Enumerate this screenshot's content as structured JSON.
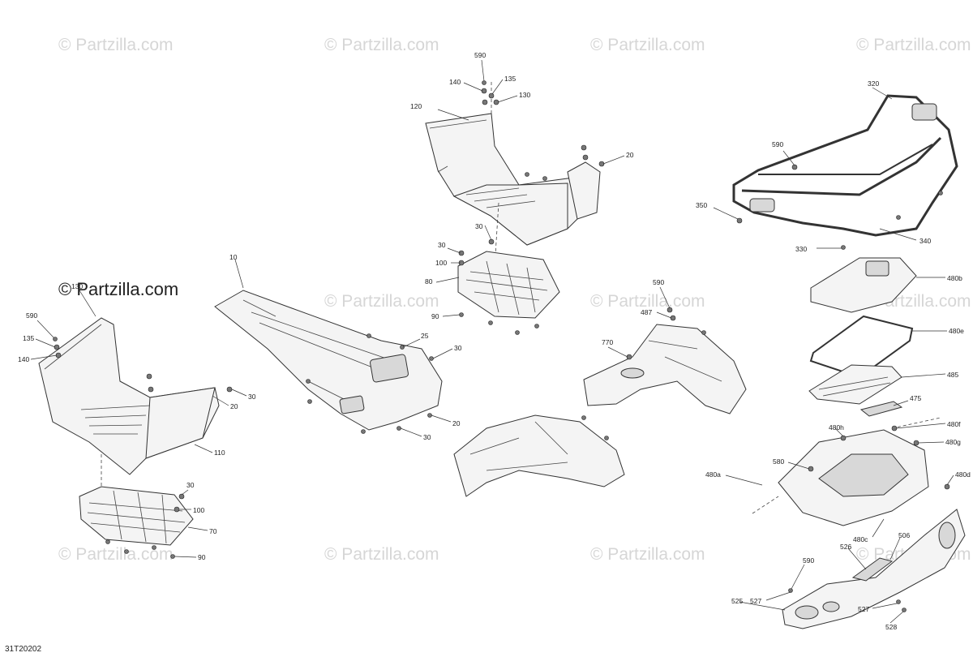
{
  "watermark": {
    "text": "© Partzilla.com",
    "featured_text": "© Partzilla.com"
  },
  "diagram_code": "31T20202",
  "callouts": [
    {
      "id": "c590a",
      "label": "590"
    },
    {
      "id": "c140a",
      "label": "140"
    },
    {
      "id": "c135a",
      "label": "135"
    },
    {
      "id": "c130a",
      "label": "130"
    },
    {
      "id": "c120",
      "label": "120"
    },
    {
      "id": "c20a",
      "label": "20"
    },
    {
      "id": "c30a",
      "label": "30"
    },
    {
      "id": "c30b",
      "label": "30"
    },
    {
      "id": "c100a",
      "label": "100"
    },
    {
      "id": "c80",
      "label": "80"
    },
    {
      "id": "c90a",
      "label": "90"
    },
    {
      "id": "c10",
      "label": "10"
    },
    {
      "id": "c25",
      "label": "25"
    },
    {
      "id": "c30c",
      "label": "30"
    },
    {
      "id": "c20b",
      "label": "20"
    },
    {
      "id": "c30d",
      "label": "30"
    },
    {
      "id": "c130b",
      "label": "130"
    },
    {
      "id": "c590b",
      "label": "590"
    },
    {
      "id": "c135b",
      "label": "135"
    },
    {
      "id": "c140b",
      "label": "140"
    },
    {
      "id": "c30e",
      "label": "30"
    },
    {
      "id": "c20c",
      "label": "20"
    },
    {
      "id": "c110",
      "label": "110"
    },
    {
      "id": "c30f",
      "label": "30"
    },
    {
      "id": "c100b",
      "label": "100"
    },
    {
      "id": "c70",
      "label": "70"
    },
    {
      "id": "c90b",
      "label": "90"
    },
    {
      "id": "c590c",
      "label": "590"
    },
    {
      "id": "c487",
      "label": "487"
    },
    {
      "id": "c770",
      "label": "770"
    },
    {
      "id": "c320",
      "label": "320"
    },
    {
      "id": "c590d",
      "label": "590"
    },
    {
      "id": "c350",
      "label": "350"
    },
    {
      "id": "c330",
      "label": "330"
    },
    {
      "id": "c340",
      "label": "340"
    },
    {
      "id": "c480b",
      "label": "480b"
    },
    {
      "id": "c480e",
      "label": "480e"
    },
    {
      "id": "c485",
      "label": "485"
    },
    {
      "id": "c475",
      "label": "475"
    },
    {
      "id": "c480h",
      "label": "480h"
    },
    {
      "id": "c480f",
      "label": "480f"
    },
    {
      "id": "c480g",
      "label": "480g"
    },
    {
      "id": "c580",
      "label": "580"
    },
    {
      "id": "c480a",
      "label": "480a"
    },
    {
      "id": "c480d",
      "label": "480d"
    },
    {
      "id": "c480c",
      "label": "480c"
    },
    {
      "id": "c526",
      "label": "526"
    },
    {
      "id": "c506",
      "label": "506"
    },
    {
      "id": "c590e",
      "label": "590"
    },
    {
      "id": "c527a",
      "label": "527"
    },
    {
      "id": "c525",
      "label": "525"
    },
    {
      "id": "c527b",
      "label": "527"
    },
    {
      "id": "c528",
      "label": "528"
    }
  ]
}
